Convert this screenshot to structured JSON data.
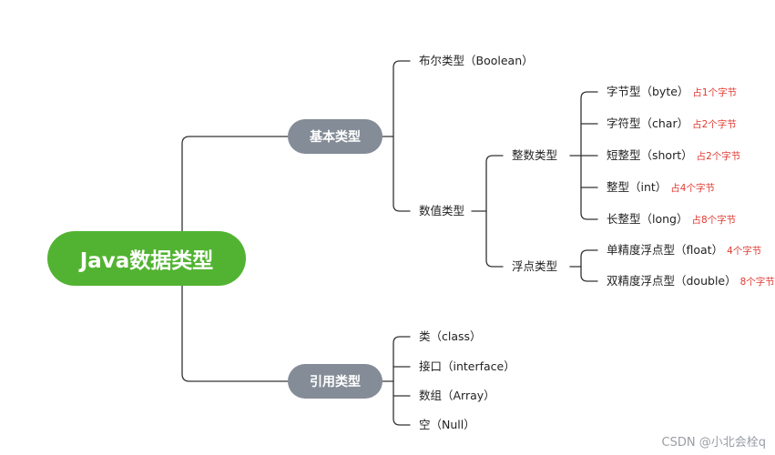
{
  "root": "Java数据类型",
  "basic": {
    "label": "基本类型",
    "boolean": "布尔类型（Boolean）",
    "numeric": {
      "label": "数值类型",
      "integer": {
        "label": "整数类型",
        "items": [
          {
            "label": "字节型（byte）",
            "note": "占1个字节"
          },
          {
            "label": "字符型（char）",
            "note": "占2个字节"
          },
          {
            "label": "短整型（short）",
            "note": "占2个字节"
          },
          {
            "label": "整型（int）",
            "note": "占4个字节"
          },
          {
            "label": "长整型（long）",
            "note": "占8个字节"
          }
        ]
      },
      "float": {
        "label": "浮点类型",
        "items": [
          {
            "label": "单精度浮点型（float）",
            "note": "4个字节"
          },
          {
            "label": "双精度浮点型（double）",
            "note": "8个字节"
          }
        ]
      }
    }
  },
  "reference": {
    "label": "引用类型",
    "items": [
      "类（class）",
      "接口（interface）",
      "数组（Array）",
      "空（Null）"
    ]
  },
  "watermark": "CSDN @小北会栓q",
  "colors": {
    "root": "#52b332",
    "pill": "#848c97",
    "line": "#333333",
    "note": "#e03a32"
  }
}
